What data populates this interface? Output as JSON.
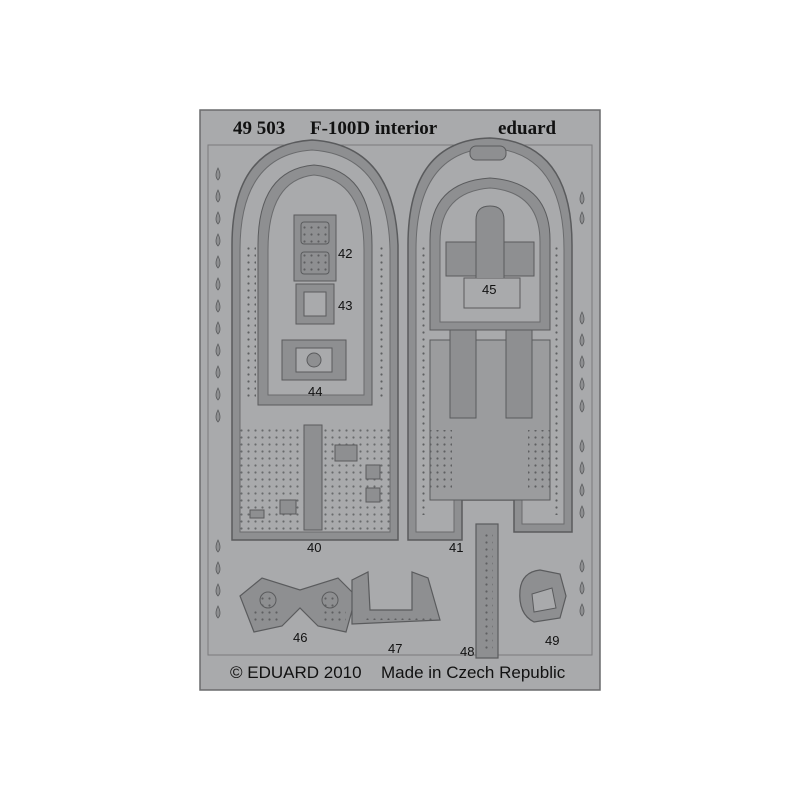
{
  "header": {
    "product_code": "49 503",
    "product_name": "F-100D interior",
    "brand": "eduard"
  },
  "parts": [
    {
      "number": "40"
    },
    {
      "number": "41"
    },
    {
      "number": "42"
    },
    {
      "number": "43"
    },
    {
      "number": "44"
    },
    {
      "number": "45"
    },
    {
      "number": "46"
    },
    {
      "number": "47"
    },
    {
      "number": "48"
    },
    {
      "number": "49"
    }
  ],
  "footer": {
    "copyright": "© EDUARD 2010",
    "origin": "Made in Czech Republic"
  },
  "colors": {
    "fret": "#a9aaac",
    "etched": "#8e8f91",
    "outline": "#5a5b5d",
    "label": "#111111"
  }
}
